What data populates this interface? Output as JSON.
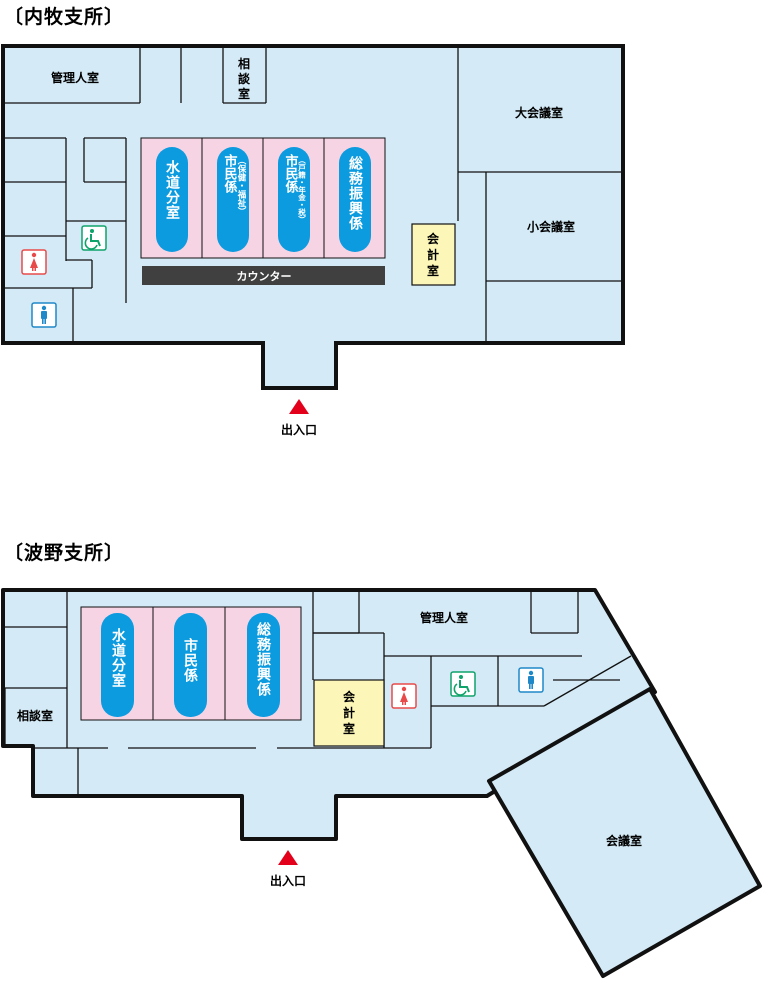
{
  "colors": {
    "floor": "#d4ebf7",
    "wall": "#111111",
    "desk_area": "#f6d4e4",
    "desk_pill": "#0d9be0",
    "accounting_room": "#fcf7b8",
    "counter": "#404040",
    "entrance_marker": "#e3001b",
    "restroom_female": "#e84a4a",
    "restroom_male": "#1e88c8",
    "accessible": "#0ea36a"
  },
  "uchimaki": {
    "title": "〔内牧支所〕",
    "rooms": {
      "management": "管理人室",
      "consult_line1": "相",
      "consult_line2": "談",
      "consult_line3": "室",
      "large_meeting": "大会議室",
      "small_meeting": "小会議室",
      "accounting_line1": "会",
      "accounting_line2": "計",
      "accounting_line3": "室"
    },
    "desks": {
      "water": "水道分室",
      "citizen1_main": "市民係",
      "citizen1_sub": "（保健・福祉）",
      "citizen2_main": "市民係",
      "citizen2_sub": "（戸籍・年金・税）",
      "general": "総務振興係"
    },
    "counter": "カウンター",
    "entrance": "出入口",
    "icons": [
      "accessible-toilet-icon",
      "female-restroom-icon",
      "male-restroom-icon",
      "entrance-arrow-icon"
    ]
  },
  "hano": {
    "title": "〔波野支所〕",
    "rooms": {
      "management": "管理人室",
      "consult": "相談室",
      "meeting": "会議室",
      "accounting_line1": "会",
      "accounting_line2": "計",
      "accounting_line3": "室"
    },
    "desks": {
      "water": "水道分室",
      "citizen": "市民係",
      "general": "総務振興係"
    },
    "entrance": "出入口",
    "icons": [
      "accessible-toilet-icon",
      "female-restroom-icon",
      "male-restroom-icon",
      "entrance-arrow-icon"
    ]
  }
}
